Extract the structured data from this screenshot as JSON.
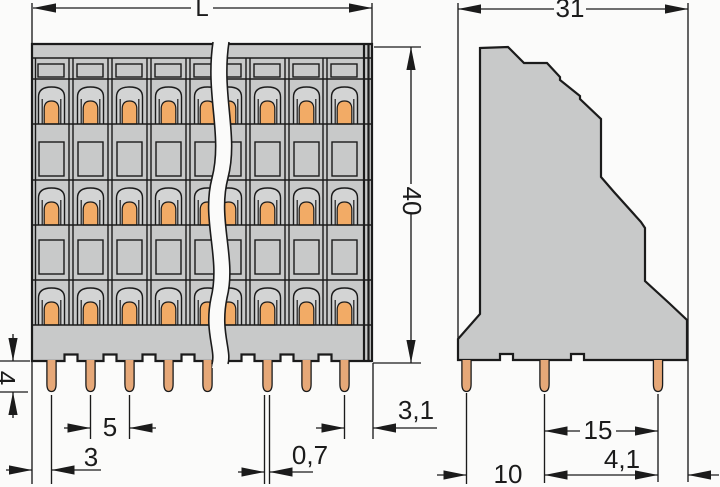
{
  "drawing_type": "dimensional drawing",
  "subject": "triple-level PCB terminal strip, front view with break line and side profile view",
  "dims": {
    "length": "L",
    "height": "40",
    "pin_length": "4",
    "pin_pitch": "5",
    "edge_to_first_pin": "3",
    "pin_width": "0,7",
    "last_pin_to_edge": "3,1",
    "depth": "31",
    "deck_pin_spacing": "15",
    "front_to_mid_pin": "10",
    "pin_to_back_edge": "4,1"
  },
  "counts": {
    "front_pins_visible": 8,
    "side_pins_visible": 3,
    "clamp_levels": 3
  },
  "colors": {
    "background": "#fbfbfa",
    "housing": "#c8c9c9",
    "clamp_recess": "#d3d4d4",
    "spring_clamp": "#f2ab66",
    "pin": "#e6a878",
    "outline": "#1b1b1b"
  }
}
